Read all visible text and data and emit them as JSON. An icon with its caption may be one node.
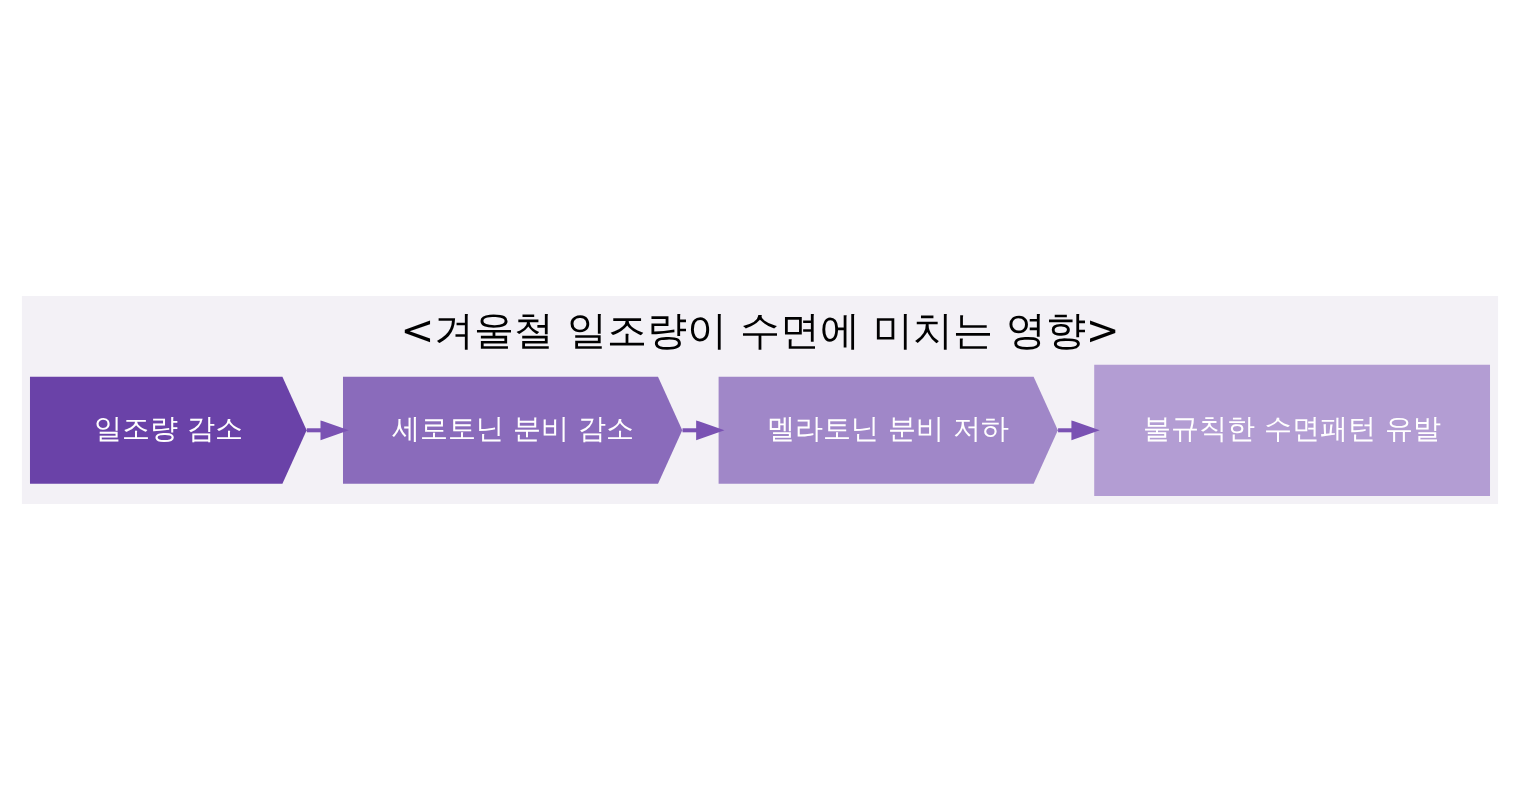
{
  "diagram": {
    "title": "<겨울철 일조량이 수면에 미치는 영향>",
    "nodes": [
      {
        "text": [
          "일조량 감소"
        ]
      },
      {
        "text": [
          "세로토닌 분비 감소"
        ]
      },
      {
        "text": [
          "멜라토닌 분비 저하"
        ]
      },
      {
        "text": [
          "불규칙한 수면패턴 유발"
        ]
      }
    ],
    "edges": [
      {
        "from": 0,
        "to": 1,
        "arrow": "to"
      },
      {
        "from": 1,
        "to": 2,
        "arrow": "to"
      },
      {
        "from": 2,
        "to": 3,
        "arrow": "to"
      }
    ]
  }
}
